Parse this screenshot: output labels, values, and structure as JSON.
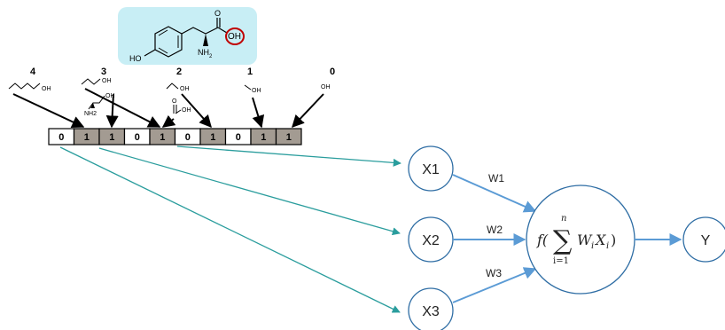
{
  "molecule": {
    "labels": {
      "ho": "HO",
      "nh2": "NH",
      "nh2_sub": "2",
      "o": "O",
      "oh": "OH"
    },
    "colors": {
      "panel": "#c8eef5",
      "highlight": "#c00000"
    }
  },
  "indices": [
    "4",
    "3",
    "2",
    "1",
    "0"
  ],
  "fragments": {
    "f4": {
      "oh": "OH"
    },
    "f3": {
      "oh": "OH",
      "nh2": "NH2"
    },
    "f2": {
      "o": "O",
      "oh": "OH"
    },
    "f1": {
      "oh": "OH"
    },
    "f0": {
      "oh": "OH"
    }
  },
  "bitvector": {
    "bits": [
      "0",
      "1",
      "1",
      "0",
      "1",
      "0",
      "1",
      "0",
      "1",
      "1"
    ],
    "colors": {
      "zero": "#ffffff",
      "one": "#a39b92"
    }
  },
  "network": {
    "inputs": [
      "X1",
      "X2",
      "X3"
    ],
    "weights": [
      "W1",
      "W2",
      "W3"
    ],
    "output": "Y",
    "formula": {
      "f": "f(",
      "sum": "∑",
      "upper": "n",
      "lower": "i=1",
      "term": "W",
      "sub_i": "i",
      "x": "X",
      "close": ")"
    },
    "colors": {
      "arrow": "#5b9bd5",
      "node_stroke": "#2e6da4",
      "teal": "#2a9d9d"
    }
  }
}
